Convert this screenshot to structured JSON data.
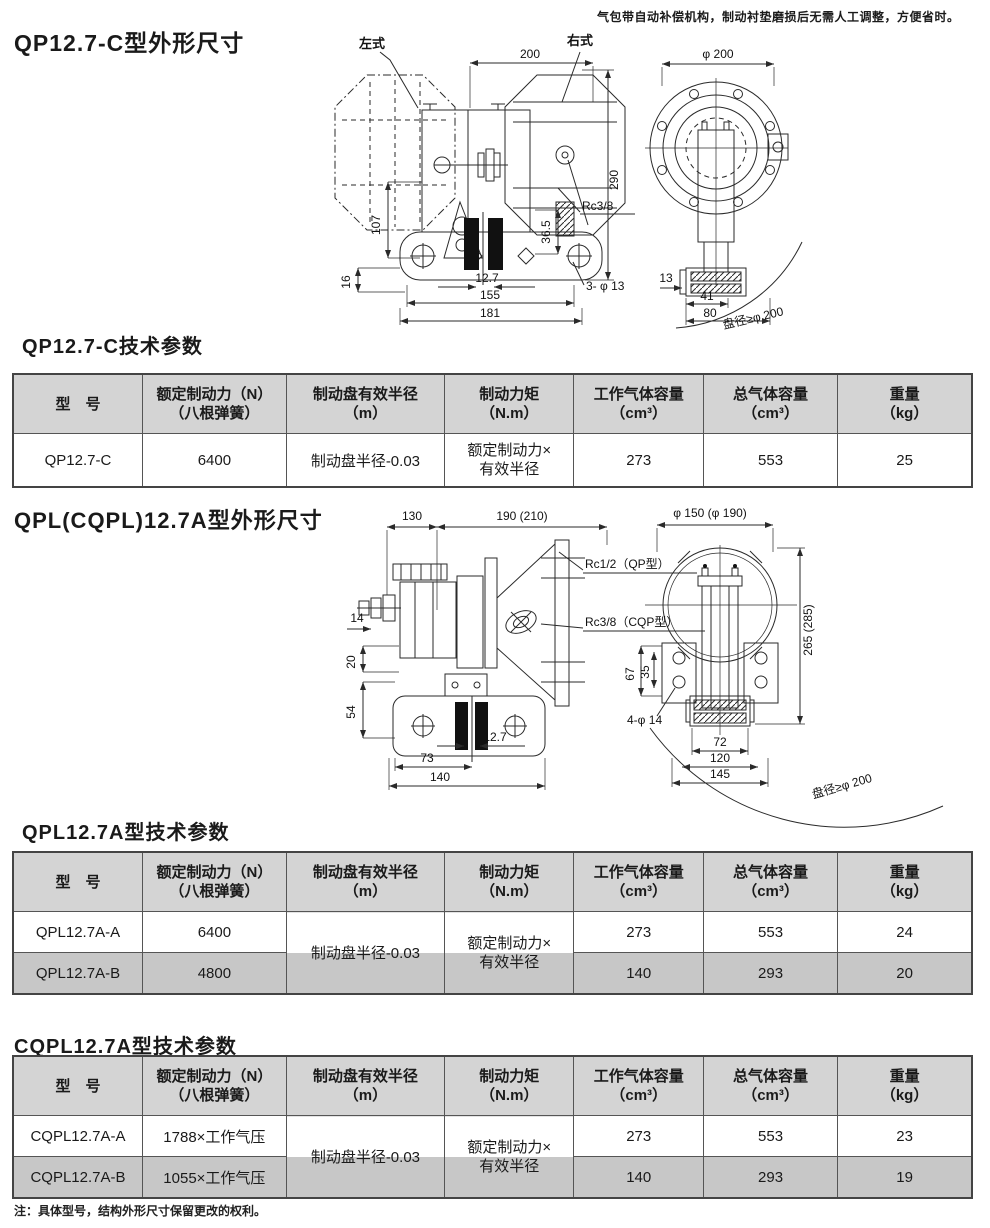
{
  "top_note": "气包带自动补偿机构，制动衬垫磨损后无需人工调整，方便省时。",
  "footnote": "注：具体型号，结构外形尺寸保留更改的权利。",
  "section1": {
    "title": "QP12.7-C型外形尺寸",
    "table_title": "QP12.7-C技术参数"
  },
  "section2": {
    "title": "QPL(CQPL)12.7A型外形尺寸",
    "table_title": "QPL12.7A型技术参数"
  },
  "section3": {
    "table_title": "CQPL12.7A型技术参数"
  },
  "headers": [
    {
      "l1": "型　号",
      "l2": ""
    },
    {
      "l1": "额定制动力（N）",
      "l2": "（八根弹簧）"
    },
    {
      "l1": "制动盘有效半径",
      "l2": "（m）"
    },
    {
      "l1": "制动力矩",
      "l2": "（N.m）"
    },
    {
      "l1": "工作气体容量",
      "l2": "（cm³）"
    },
    {
      "l1": "总气体容量",
      "l2": "（cm³）"
    },
    {
      "l1": "重量",
      "l2": "（kg）"
    }
  ],
  "table1": {
    "model": "QP12.7-C",
    "force": "6400",
    "radius": "制动盘半径-0.03",
    "torque_l1": "额定制动力×",
    "torque_l2": "有效半径",
    "work_vol": "273",
    "total_vol": "553",
    "weight": "25"
  },
  "table2": {
    "radius": "制动盘半径-0.03",
    "torque_l1": "额定制动力×",
    "torque_l2": "有效半径",
    "row_a": {
      "model": "QPL12.7A-A",
      "force": "6400",
      "work_vol": "273",
      "total_vol": "553",
      "weight": "24"
    },
    "row_b": {
      "model": "QPL12.7A-B",
      "force": "4800",
      "work_vol": "140",
      "total_vol": "293",
      "weight": "20"
    }
  },
  "table3": {
    "radius": "制动盘半径-0.03",
    "torque_l1": "额定制动力×",
    "torque_l2": "有效半径",
    "row_a": {
      "model": "CQPL12.7A-A",
      "force": "1788×工作气压",
      "work_vol": "273",
      "total_vol": "553",
      "weight": "23"
    },
    "row_b": {
      "model": "CQPL12.7A-B",
      "force": "1055×工作气压",
      "work_vol": "140",
      "total_vol": "293",
      "weight": "19"
    }
  },
  "drawing1": {
    "left_type": "左式",
    "right_type": "右式",
    "w200": "200",
    "h290": "290",
    "rc": "Rc3/8",
    "h107": "107",
    "h36_5": "36.5",
    "h16": "16",
    "t12_7": "12.7",
    "w155": "155",
    "w181": "181",
    "holes": "3- φ 13",
    "phi200": "φ 200",
    "w13": "13",
    "w41": "41",
    "w80": "80",
    "disc": "盘径≥φ 200"
  },
  "drawing2": {
    "w130": "130",
    "w190": "190 (210)",
    "rc_qp": "Rc1/2（QP型）",
    "rc_cqp": "Rc3/8（CQP型）",
    "h14": "14",
    "h20": "20",
    "h54": "54",
    "t12_7": "12.7",
    "w73": "73",
    "w140": "140",
    "phi150": "φ 150 (φ 190)",
    "h265": "265 (285)",
    "h67": "67",
    "h35": "35",
    "holes": "4-φ 14",
    "w72": "72",
    "w120": "120",
    "w145": "145",
    "disc": "盘径≥φ 200"
  }
}
